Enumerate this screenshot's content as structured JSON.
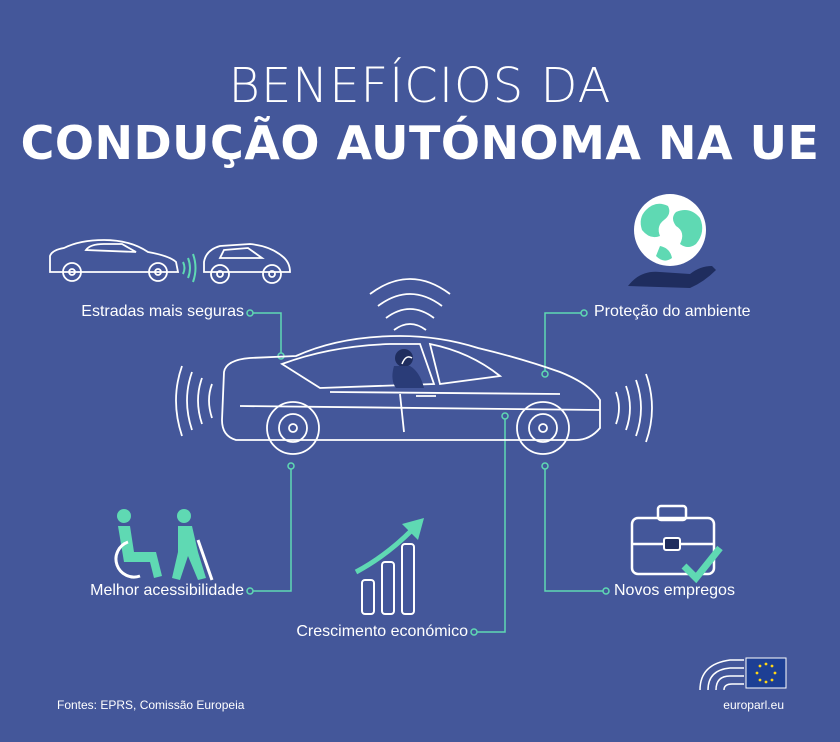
{
  "title": {
    "line1": "BENEFÍCIOS DA",
    "line2": "CONDUÇÃO AUTÓNOMA NA UE"
  },
  "benefits": {
    "safer_roads": "Estradas mais seguras",
    "environment": "Proteção do ambiente",
    "accessibility": "Melhor acessibilidade",
    "growth": "Crescimento económico",
    "jobs": "Novos empregos"
  },
  "footer": {
    "sources": "Fontes: EPRS, Comissão Europeia",
    "website": "europarl.eu"
  },
  "colors": {
    "background": "#44579a",
    "accent": "#5fd9b3",
    "line": "#ffffff",
    "eu_flag": "#1d3f94",
    "eu_star": "#ffd617"
  }
}
